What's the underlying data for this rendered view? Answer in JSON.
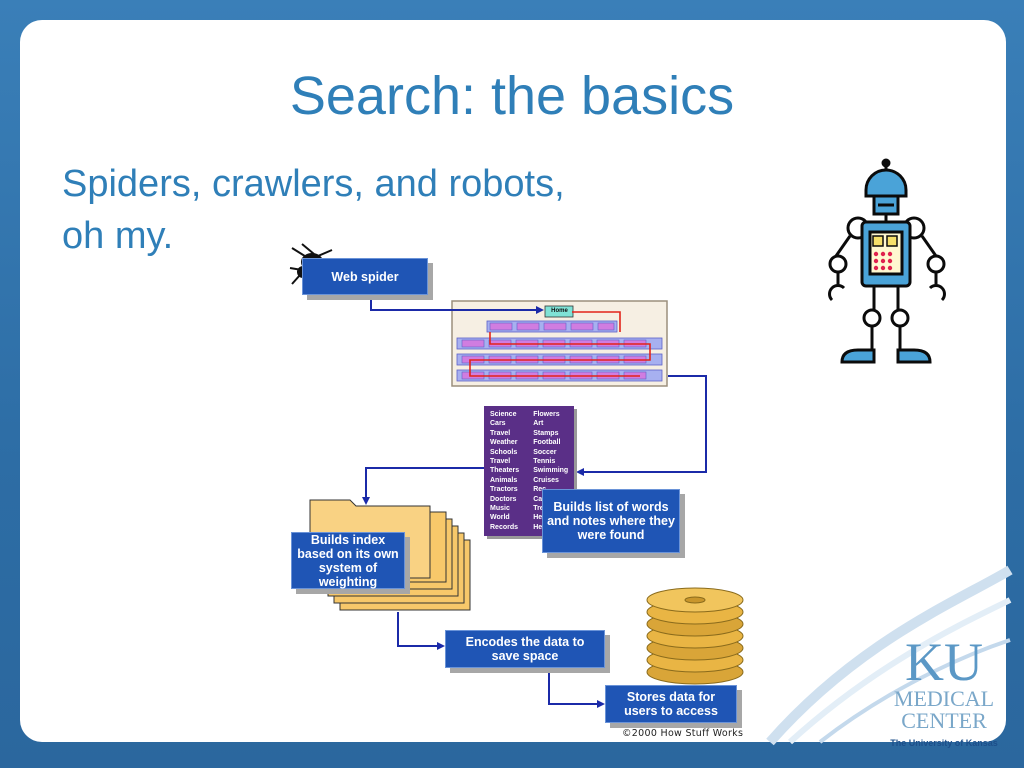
{
  "slide": {
    "title": "Search: the basics",
    "subtitle_line1": "Spiders, crawlers, and robots,",
    "subtitle_line2": "oh my."
  },
  "diagram": {
    "web_spider_label": "Web spider",
    "home_label": "Home",
    "word_list": {
      "col1": [
        "Science",
        "Cars",
        "Travel",
        "Weather",
        "Schools",
        "Travel",
        "Theaters",
        "Animals",
        "Tractors",
        "Doctors",
        "Music",
        "World",
        "Records"
      ],
      "col2": [
        "Flowers",
        "Art",
        "Stamps",
        "Football",
        "Soccer",
        "Tennis",
        "Swimming",
        "Cruises",
        "Rec",
        "Ca",
        "Tre",
        "He",
        "He"
      ]
    },
    "builds_list_label": "Builds list of words and notes where they were found",
    "builds_index_label": "Builds index based on its own system of weighting",
    "encodes_label": "Encodes the data to save space",
    "stores_label": "Stores data for users to access",
    "copyright": "©2000 How Stuff Works"
  },
  "logo": {
    "ku": "KU",
    "medical": "MEDICAL",
    "center": "CENTER",
    "university": "The University of Kansas"
  },
  "colors": {
    "title_blue": "#2f7fb8",
    "box_blue": "#1f55b5",
    "list_purple": "#5a2f87",
    "arrow_navy": "#1b2aa8",
    "folder_yellow": "#f7c86a",
    "disk_gold": "#e9b544"
  }
}
